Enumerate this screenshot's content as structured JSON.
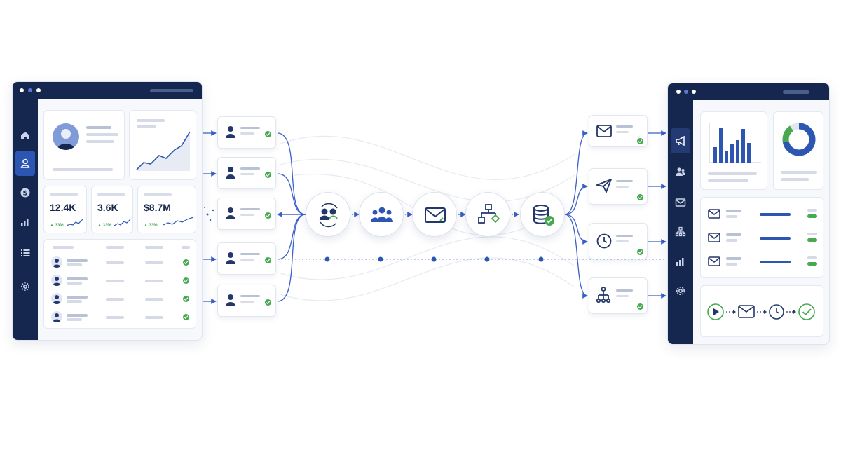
{
  "left_dashboard": {
    "stats": [
      {
        "value": "12.4K",
        "delta": "▲ 33%"
      },
      {
        "value": "3.6K",
        "delta": "▲ 33%"
      },
      {
        "value": "$8.7M",
        "delta": "▲ 33%"
      }
    ]
  },
  "colors": {
    "navy": "#15264f",
    "accent_blue": "#2d56b3",
    "success_green": "#46a84f",
    "wire_blue": "#3a5fc8"
  },
  "icons": {
    "left_sidebar": [
      "home-icon",
      "user-icon",
      "dollar-icon",
      "bar-chart-icon",
      "list-icon",
      "gear-icon"
    ],
    "right_sidebar": [
      "megaphone-icon",
      "users-icon",
      "mail-icon",
      "org-chart-icon",
      "bar-chart-icon",
      "gear-icon"
    ],
    "pipeline": [
      "user-sync-icon",
      "team-icon",
      "mail-icon",
      "workflow-icon",
      "database-check-icon"
    ],
    "outputs": [
      "mail-icon",
      "send-icon",
      "clock-icon",
      "branch-icon"
    ]
  }
}
